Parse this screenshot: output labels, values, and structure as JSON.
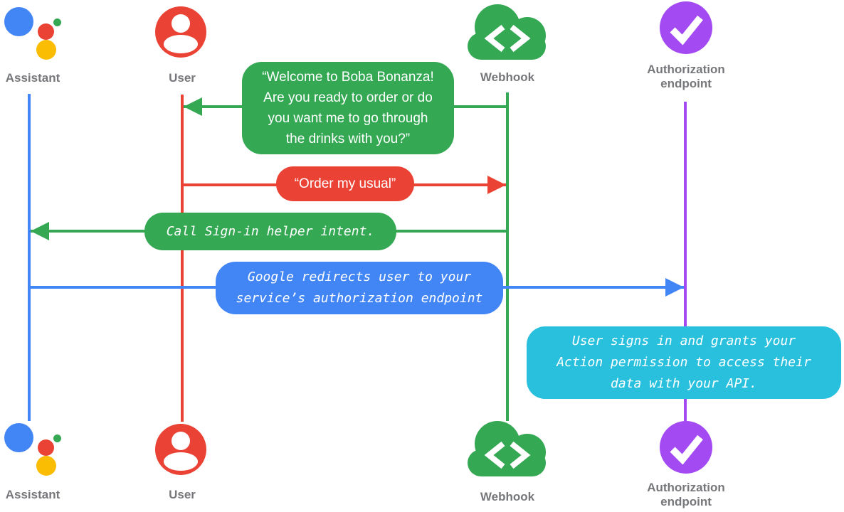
{
  "diagram": {
    "type": "sequence-diagram",
    "background": "#ffffff",
    "colors": {
      "blue": "#4285f4",
      "red": "#ea4335",
      "green": "#34a853",
      "purple": "#a44af2",
      "cyan": "#29c0de",
      "yellow": "#fbbc04",
      "label_gray": "#76777a"
    },
    "actors": [
      {
        "id": "assistant",
        "label": "Assistant",
        "color": "#4285f4"
      },
      {
        "id": "user",
        "label": "User",
        "color": "#ea4335"
      },
      {
        "id": "webhook",
        "label": "Webhook",
        "color": "#34a853"
      },
      {
        "id": "authorization-endpoint",
        "label": "Authorization endpoint",
        "label_lines": [
          "Authorization",
          "endpoint"
        ],
        "color": "#a44af2"
      }
    ],
    "messages": [
      {
        "from": "webhook",
        "to": "user",
        "style": "speech",
        "color": "#34a853",
        "lines": [
          "“Welcome to Boba Bonanza!",
          "Are you ready to order or do",
          "you want me to go through",
          "the drinks with you?”"
        ]
      },
      {
        "from": "user",
        "to": "webhook",
        "style": "speech",
        "color": "#ea4335",
        "lines": [
          "“Order my usual”"
        ]
      },
      {
        "from": "webhook",
        "to": "assistant",
        "style": "code",
        "color": "#34a853",
        "lines": [
          "Call Sign-in helper intent."
        ]
      },
      {
        "from": "assistant",
        "to": "authorization-endpoint",
        "style": "code",
        "color": "#4285f4",
        "lines": [
          "Google redirects user to your",
          "service’s authorization endpoint"
        ]
      },
      {
        "at": "authorization-endpoint",
        "style": "code",
        "color": "#29c0de",
        "lines": [
          "User signs in and grants your",
          "Action permission to access their",
          "data with your API."
        ]
      }
    ]
  }
}
